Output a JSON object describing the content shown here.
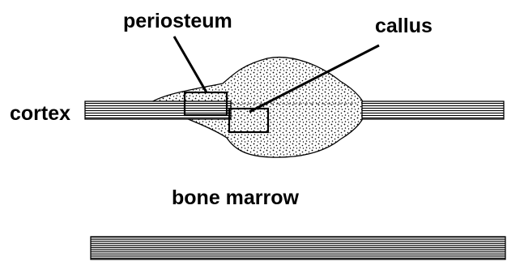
{
  "labels": {
    "periosteum": "periosteum",
    "callus": "callus",
    "cortex": "cortex",
    "bone_marrow": "bone marrow"
  }
}
